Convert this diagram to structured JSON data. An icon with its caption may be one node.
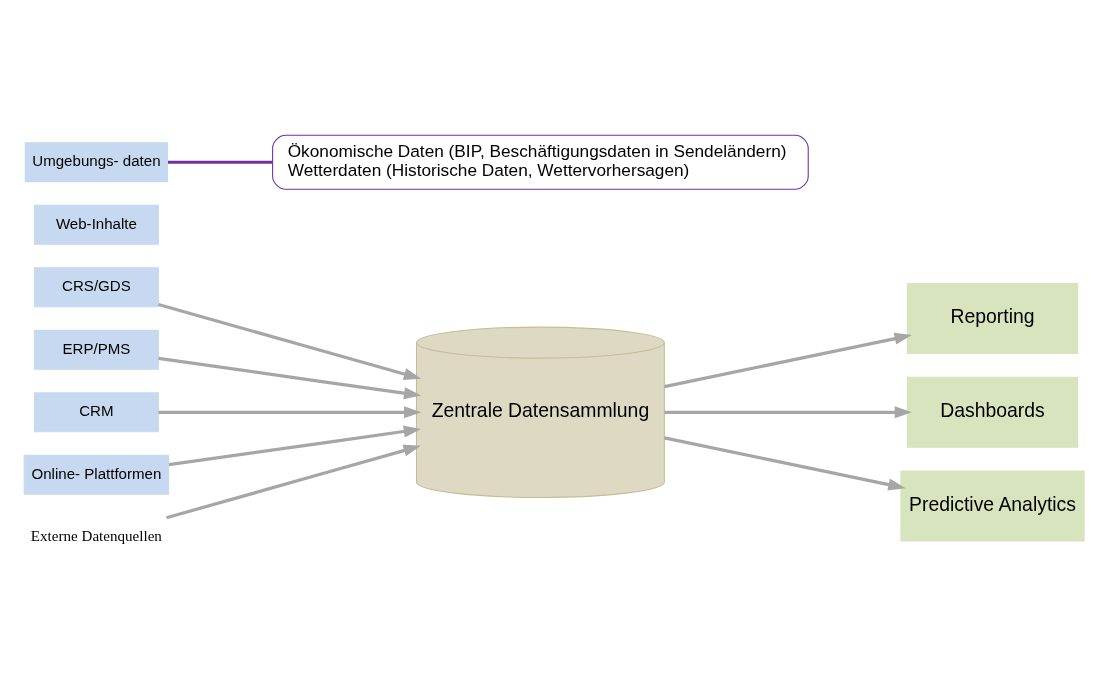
{
  "diagram": {
    "nodes": [
      {
        "text": [
          "CRS/GDS"
        ]
      },
      {
        "text": [
          "ERP/PMS"
        ]
      },
      {
        "text": [
          "CRM"
        ]
      },
      {
        "text": [
          "Online- Plattformen"
        ]
      },
      {
        "text": [
          "Zentrale Datensammlung"
        ]
      },
      {
        "text": [
          "Reporting"
        ]
      },
      {
        "text": [
          "Dashboards"
        ]
      },
      {
        "text": [
          "Predictive Analytics"
        ]
      },
      {
        "text": [
          "Externe Datenquellen"
        ]
      },
      {
        "text": [
          "Web-Inhalte"
        ]
      },
      {
        "text": [
          "Umgebungs- daten"
        ]
      },
      {
        "text": [
          "Ökonomische Daten (BIP, Beschäftigungsdaten in Sendeländern)",
          "Wetterdaten (Historische Daten, Wettervorhersagen)"
        ]
      }
    ],
    "edges": [
      {
        "from": 0,
        "to": 4,
        "arrow": "to"
      },
      {
        "from": 1,
        "to": 4,
        "arrow": "to"
      },
      {
        "from": 2,
        "to": 4,
        "arrow": "to"
      },
      {
        "from": 3,
        "to": 4,
        "arrow": "to"
      },
      {
        "from": 8,
        "to": 4,
        "arrow": "to"
      },
      {
        "from": 4,
        "to": 5,
        "arrow": "to"
      },
      {
        "from": 4,
        "to": 6,
        "arrow": "to"
      },
      {
        "from": 4,
        "to": 7,
        "arrow": "to"
      },
      {
        "from": 10,
        "to": 11,
        "arrow": "none",
        "color": "#7030a0"
      }
    ]
  }
}
